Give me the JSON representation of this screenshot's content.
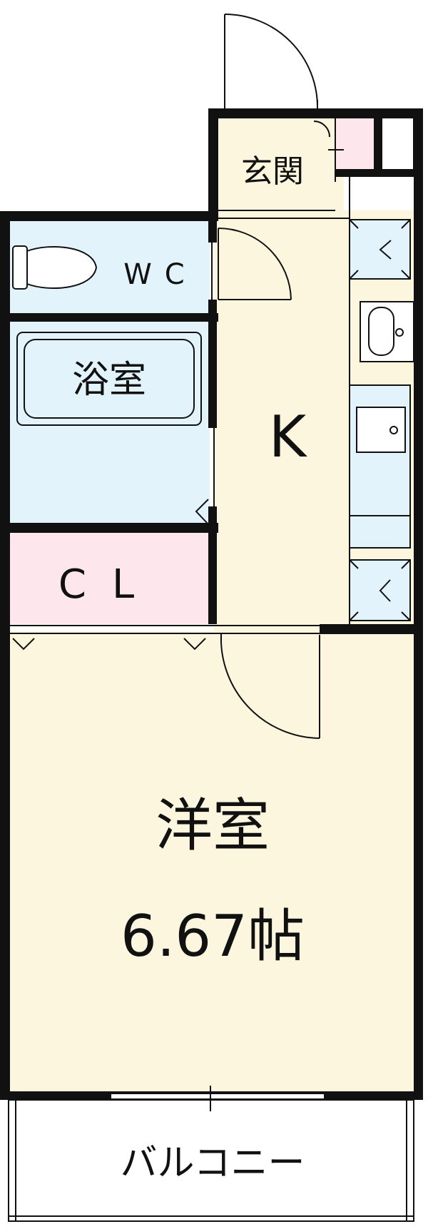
{
  "rooms": {
    "entrance": "玄関",
    "wc": "WC",
    "bath": "浴室",
    "kitchen": "K",
    "closet": "CL",
    "western_room": "洋室",
    "western_room_size": "6.67帖",
    "balcony": "バルコニー"
  },
  "colors": {
    "wall": "#111111",
    "floor": "#fdf6de",
    "wet_area": "#e3f3fb",
    "closet": "#fde6ec",
    "balcony": "#ffffff"
  },
  "icons": [
    "door-swing-icon",
    "toilet-icon",
    "bathtub-icon",
    "sink-icon",
    "stove-icon",
    "storage-cabinet-icon",
    "shoe-cabinet-icon"
  ]
}
